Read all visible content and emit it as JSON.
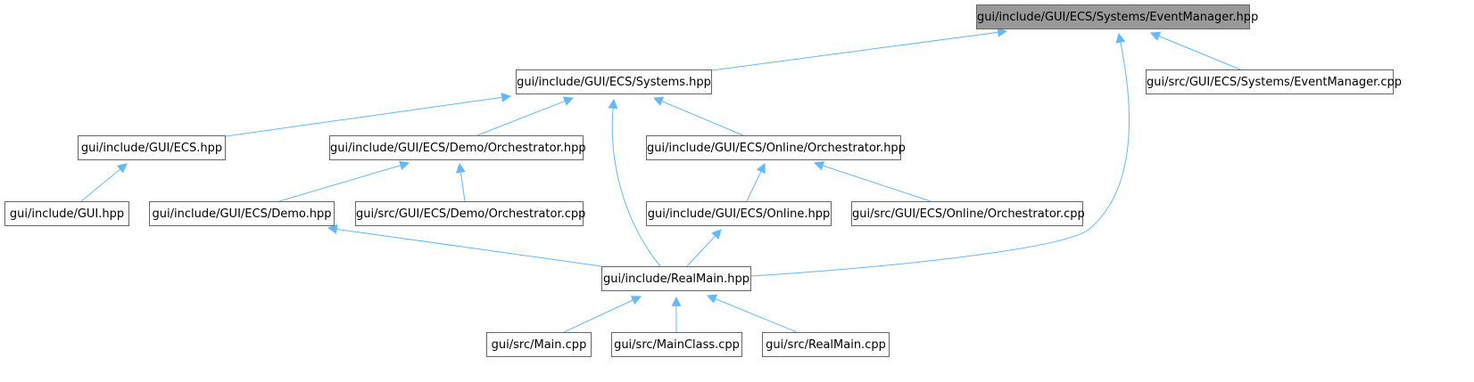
{
  "diagram": {
    "nodes": [
      {
        "id": "event_manager_hpp",
        "label": "gui/include/GUI/ECS/Systems/EventManager.hpp",
        "highlight": true
      },
      {
        "id": "systems_hpp",
        "label": "gui/include/GUI/ECS/Systems.hpp"
      },
      {
        "id": "event_manager_cpp",
        "label": "gui/src/GUI/ECS/Systems/EventManager.cpp"
      },
      {
        "id": "ecs_hpp",
        "label": "gui/include/GUI/ECS.hpp"
      },
      {
        "id": "demo_orchestrator_hpp",
        "label": "gui/include/GUI/ECS/Demo/Orchestrator.hpp"
      },
      {
        "id": "online_orchestrator_hpp",
        "label": "gui/include/GUI/ECS/Online/Orchestrator.hpp"
      },
      {
        "id": "gui_hpp",
        "label": "gui/include/GUI.hpp"
      },
      {
        "id": "demo_hpp",
        "label": "gui/include/GUI/ECS/Demo.hpp"
      },
      {
        "id": "demo_orchestrator_cpp",
        "label": "gui/src/GUI/ECS/Demo/Orchestrator.cpp"
      },
      {
        "id": "online_hpp",
        "label": "gui/include/GUI/ECS/Online.hpp"
      },
      {
        "id": "online_orchestrator_cpp",
        "label": "gui/src/GUI/ECS/Online/Orchestrator.cpp"
      },
      {
        "id": "realmain_hpp",
        "label": "gui/include/RealMain.hpp"
      },
      {
        "id": "main_cpp",
        "label": "gui/src/Main.cpp"
      },
      {
        "id": "mainclass_cpp",
        "label": "gui/src/MainClass.cpp"
      },
      {
        "id": "realmain_cpp",
        "label": "gui/src/RealMain.cpp"
      }
    ],
    "edges": [
      {
        "from": "systems_hpp",
        "to": "event_manager_hpp"
      },
      {
        "from": "event_manager_cpp",
        "to": "event_manager_hpp"
      },
      {
        "from": "realmain_hpp",
        "to": "event_manager_hpp"
      },
      {
        "from": "ecs_hpp",
        "to": "systems_hpp"
      },
      {
        "from": "demo_orchestrator_hpp",
        "to": "systems_hpp"
      },
      {
        "from": "online_orchestrator_hpp",
        "to": "systems_hpp"
      },
      {
        "from": "realmain_hpp",
        "to": "systems_hpp"
      },
      {
        "from": "gui_hpp",
        "to": "ecs_hpp"
      },
      {
        "from": "demo_hpp",
        "to": "demo_orchestrator_hpp"
      },
      {
        "from": "demo_orchestrator_cpp",
        "to": "demo_orchestrator_hpp"
      },
      {
        "from": "online_hpp",
        "to": "online_orchestrator_hpp"
      },
      {
        "from": "online_orchestrator_cpp",
        "to": "online_orchestrator_hpp"
      },
      {
        "from": "realmain_hpp",
        "to": "demo_hpp"
      },
      {
        "from": "realmain_hpp",
        "to": "online_hpp"
      },
      {
        "from": "main_cpp",
        "to": "realmain_hpp"
      },
      {
        "from": "mainclass_cpp",
        "to": "realmain_hpp"
      },
      {
        "from": "realmain_cpp",
        "to": "realmain_hpp"
      }
    ],
    "colors": {
      "edge": "#63b8ff",
      "node_border": "#666666",
      "root_fill": "#999999",
      "node_fill": "#ffffff"
    }
  }
}
